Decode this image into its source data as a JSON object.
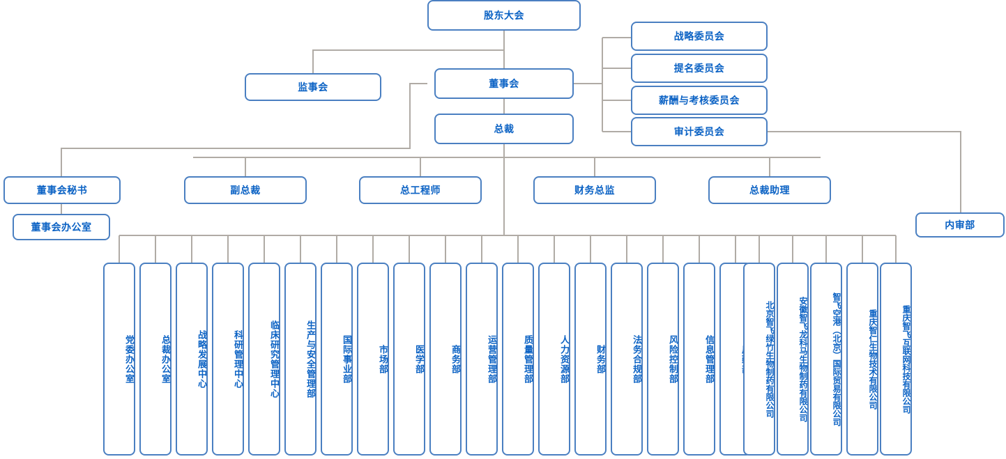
{
  "colors": {
    "box_border": "#4a7fc1",
    "text": "#0b62c4",
    "connector": "#b0aba5",
    "background": "#ffffff"
  },
  "governance": {
    "shareholders_meeting": "股东大会",
    "supervisory_board": "监事会",
    "board_of_directors": "董事会",
    "president": "总裁"
  },
  "committees": [
    {
      "label": "战略委员会"
    },
    {
      "label": "提名委员会"
    },
    {
      "label": "薪酬与考核委员会"
    },
    {
      "label": "审计委员会"
    }
  ],
  "internal_audit": "内审部",
  "executives": [
    {
      "label": "董事会秘书"
    },
    {
      "label": "副总裁"
    },
    {
      "label": "总工程师"
    },
    {
      "label": "财务总监"
    },
    {
      "label": "总裁助理"
    }
  ],
  "board_office": "董事会办公室",
  "departments": [
    {
      "label": "党委办公室"
    },
    {
      "label": "总裁办公室"
    },
    {
      "label": "战略发展中心"
    },
    {
      "label": "科研管理中心"
    },
    {
      "label": "临床研究管理中心"
    },
    {
      "label": "生产与安全管理部"
    },
    {
      "label": "国际事业部"
    },
    {
      "label": "市场部"
    },
    {
      "label": "医学部"
    },
    {
      "label": "商务部"
    },
    {
      "label": "运营管理部"
    },
    {
      "label": "质量管理部"
    },
    {
      "label": "人力资源部"
    },
    {
      "label": "财务部"
    },
    {
      "label": "法务合规部"
    },
    {
      "label": "风险控制部"
    },
    {
      "label": "信息管理部"
    },
    {
      "label": "后勤部"
    }
  ],
  "subsidiaries": [
    {
      "label": "北京智飞绿竹生物制药有限公司"
    },
    {
      "label": "安徽智飞龙科马生物制药有限公司"
    },
    {
      "label": "智飞空港（北京）国际贸易有限公司"
    },
    {
      "label": "重庆智仁生物技术有限公司"
    },
    {
      "label": "重庆智飞互联网科技有限公司"
    }
  ]
}
